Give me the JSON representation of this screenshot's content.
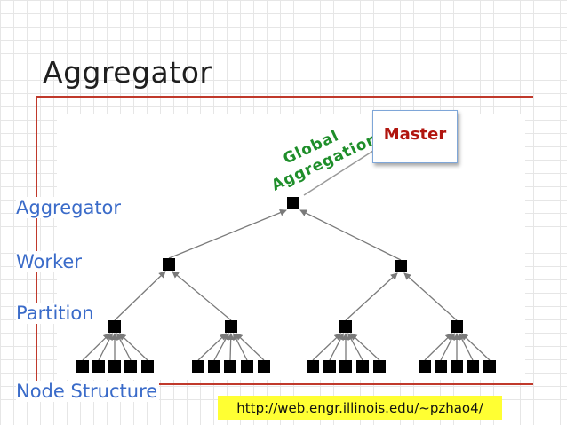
{
  "title": "Aggregator",
  "side_labels": {
    "aggregator": "Aggregator",
    "worker": "Worker",
    "partition": "Partition",
    "node_structure": "Node Structure"
  },
  "master_label": "Master",
  "global_aggregation": {
    "line1": "Global",
    "line2": "Aggregation"
  },
  "url": "http://web.engr.illinois.edu/~pzhao4/",
  "colors": {
    "title_rule": "#c0392b",
    "side_label": "#3a6bc9",
    "master_text": "#b1160f",
    "global_aggregation_text": "#1e8e2a",
    "url_highlight": "#ffff33",
    "node": "#000000"
  }
}
